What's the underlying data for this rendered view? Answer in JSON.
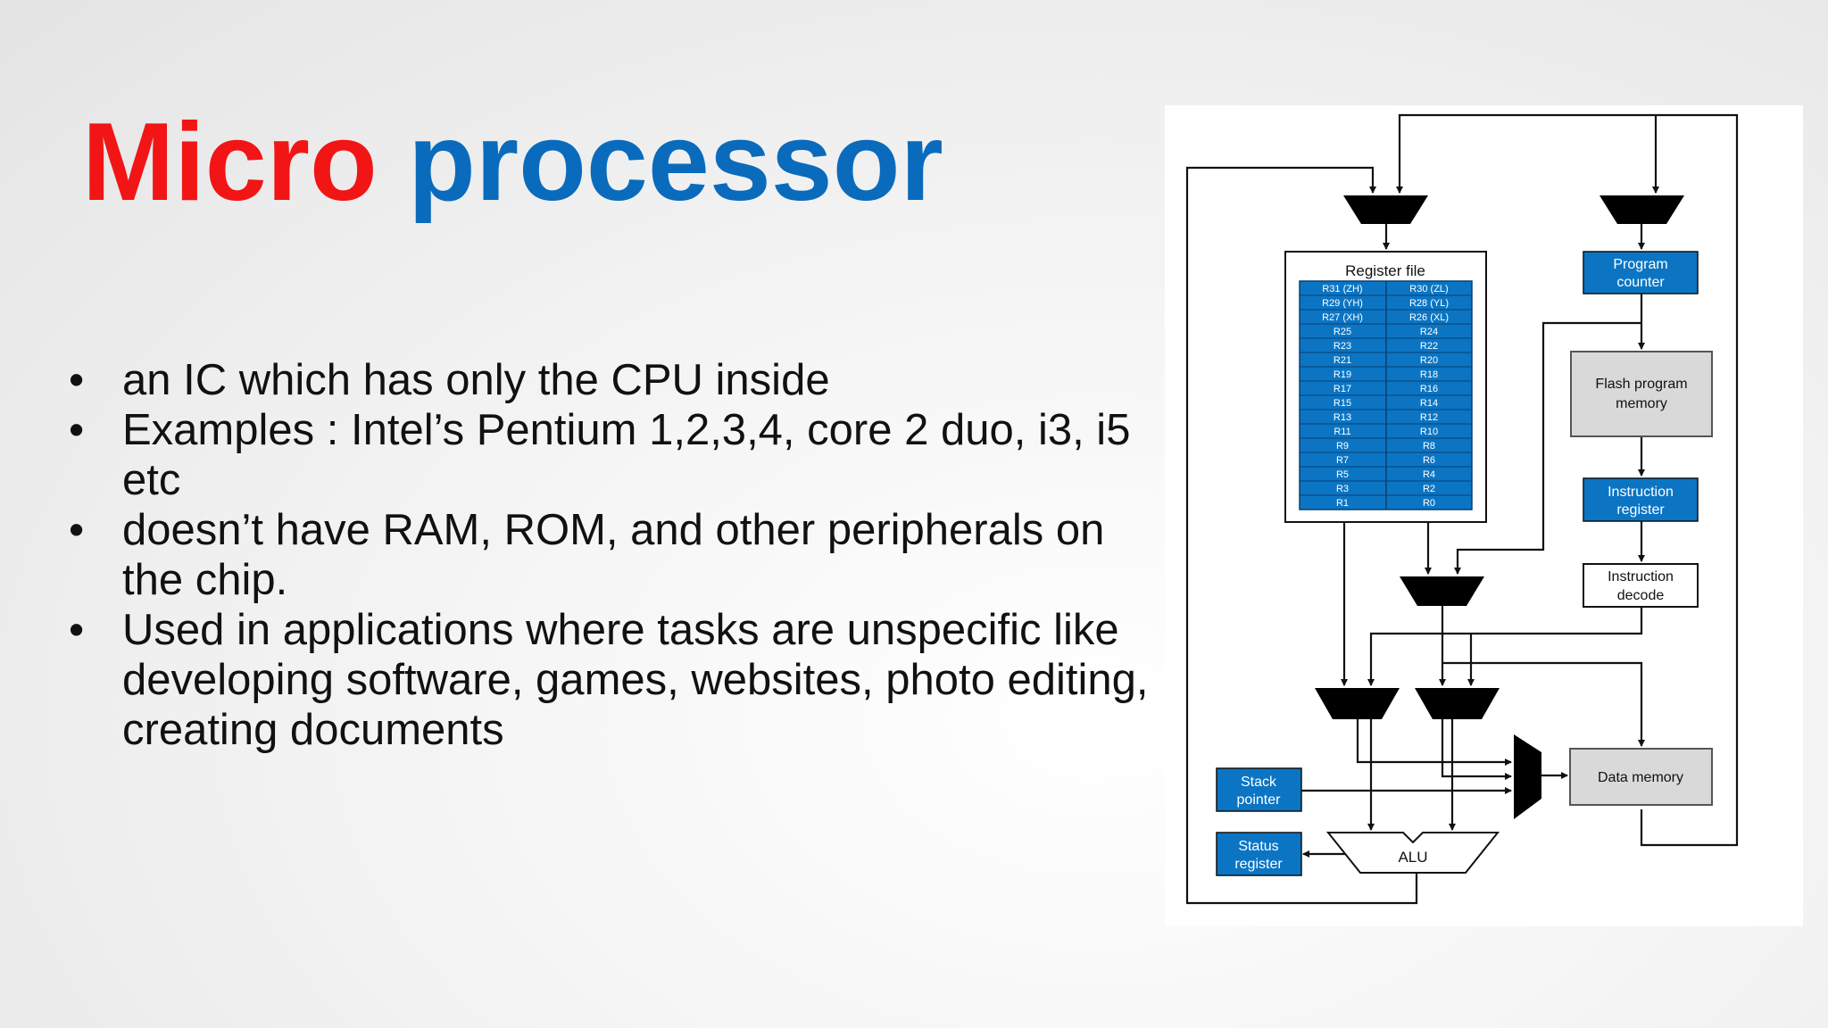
{
  "slide": {
    "title_part1": "Micro",
    "title_part2": "processor",
    "bullets": [
      "an IC which has only the CPU inside",
      "Examples : Intel’s Pentium 1,2,3,4, core 2 duo, i3, i5 etc",
      "doesn’t have RAM, ROM, and other peripherals on the chip.",
      "Used in applications where tasks are unspecific like developing software, games, websites, photo editing, creating documents"
    ]
  },
  "diagram": {
    "register_file_title": "Register file",
    "registers_left": [
      "R31 (ZH)",
      "R29 (YH)",
      "R27 (XH)",
      "R25",
      "R23",
      "R21",
      "R19",
      "R17",
      "R15",
      "R13",
      "R11",
      "R9",
      "R7",
      "R5",
      "R3",
      "R1"
    ],
    "registers_right": [
      "R30 (ZL)",
      "R28 (YL)",
      "R26 (XL)",
      "R24",
      "R22",
      "R20",
      "R18",
      "R16",
      "R14",
      "R12",
      "R10",
      "R8",
      "R6",
      "R4",
      "R2",
      "R0"
    ],
    "program_counter": [
      "Program",
      "counter"
    ],
    "flash_memory": [
      "Flash program",
      "memory"
    ],
    "instruction_register": [
      "Instruction",
      "register"
    ],
    "instruction_decode": [
      "Instruction",
      "decode"
    ],
    "data_memory": "Data memory",
    "stack_pointer": [
      "Stack",
      "pointer"
    ],
    "status_register": [
      "Status",
      "register"
    ],
    "alu": "ALU",
    "colors": {
      "blue": "#0b75c4",
      "gray": "#d9d9d9",
      "title_red": "#f21515",
      "title_blue": "#0a6bbd"
    }
  }
}
